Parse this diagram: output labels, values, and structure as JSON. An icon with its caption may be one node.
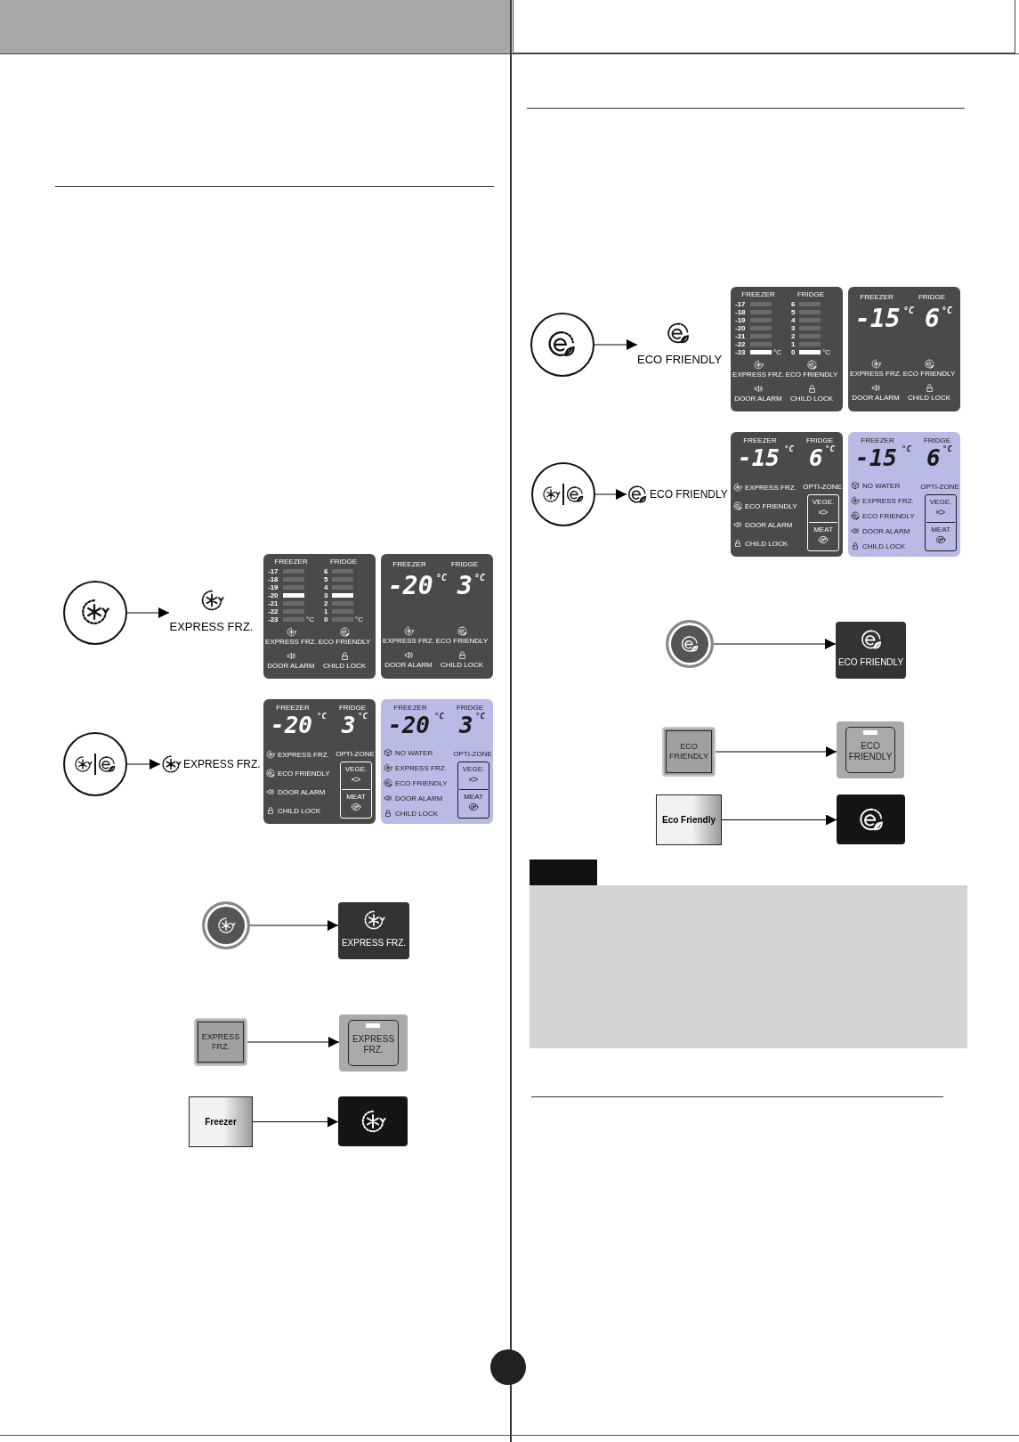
{
  "diagram": {
    "nodes": [
      {
        "text": [],
        "shape": "circle"
      },
      {
        "text": [
          "EXPRESS FRZ."
        ]
      },
      {
        "text": [
          "FREEZER",
          "FRIDGE",
          "-17",
          "-18",
          "-19",
          "-20",
          "-21",
          "-22",
          "-23",
          "°C",
          "6",
          "5",
          "4",
          "3",
          "2",
          "1",
          "0",
          "°C",
          "EXPRESS FRZ.",
          "ECO FRIENDLY",
          "DOOR ALARM",
          "CHILD LOCK"
        ]
      },
      {
        "text": [
          "FREEZER",
          "FRIDGE",
          "-20",
          "°C",
          "3",
          "°C",
          "EXPRESS FRZ.",
          "ECO FRIENDLY",
          "DOOR ALARM",
          "CHILD LOCK"
        ]
      },
      {
        "text": [],
        "shape": "circle"
      },
      {
        "text": [
          "EXPRESS FRZ."
        ]
      },
      {
        "text": [
          "FREEZER",
          "FRIDGE",
          "-20",
          "°C",
          "3",
          "°C",
          "EXPRESS FRZ.",
          "ECO FRIENDLY",
          "DOOR ALARM",
          "CHILD LOCK",
          "OPTI-ZONE",
          "VEGE.",
          "MEAT"
        ]
      },
      {
        "text": [
          "FREEZER",
          "FRIDGE",
          "-20",
          "°C",
          "3",
          "°C",
          "NO WATER",
          "EXPRESS FRZ.",
          "ECO FRIENDLY",
          "DOOR ALARM",
          "CHILD LOCK",
          "OPTI-ZONE",
          "VEGE.",
          "MEAT"
        ]
      },
      {
        "text": [],
        "shape": "circle"
      },
      {
        "text": [
          "EXPRESS FRZ."
        ]
      },
      {
        "text": [
          "EXPRESS FRZ."
        ]
      },
      {
        "text": [
          "EXPRESS FRZ."
        ]
      },
      {
        "text": [
          "Freezer"
        ]
      },
      {
        "text": [],
        "shape": "box"
      },
      {
        "text": [],
        "shape": "circle"
      },
      {
        "text": [
          "ECO FRIENDLY"
        ]
      },
      {
        "text": [
          "FREEZER",
          "FRIDGE",
          "-17",
          "-18",
          "-19",
          "-20",
          "-21",
          "-22",
          "-23",
          "°C",
          "6",
          "5",
          "4",
          "3",
          "2",
          "1",
          "0",
          "°C",
          "EXPRESS FRZ.",
          "ECO FRIENDLY",
          "DOOR ALARM",
          "CHILD LOCK"
        ]
      },
      {
        "text": [
          "FREEZER",
          "FRIDGE",
          "-15",
          "°C",
          "6",
          "°C",
          "EXPRESS FRZ.",
          "ECO FRIENDLY",
          "DOOR ALARM",
          "CHILD LOCK"
        ]
      },
      {
        "text": [],
        "shape": "circle"
      },
      {
        "text": [
          "ECO FRIENDLY"
        ]
      },
      {
        "text": [
          "FREEZER",
          "FRIDGE",
          "-15",
          "°C",
          "6",
          "°C",
          "EXPRESS FRZ.",
          "ECO FRIENDLY",
          "DOOR ALARM",
          "CHILD LOCK",
          "OPTI-ZONE",
          "VEGE.",
          "MEAT"
        ]
      },
      {
        "text": [
          "FREEZER",
          "FRIDGE",
          "-15",
          "°C",
          "6",
          "°C",
          "NO WATER",
          "EXPRESS FRZ.",
          "ECO FRIENDLY",
          "DOOR ALARM",
          "CHILD LOCK",
          "OPTI-ZONE",
          "VEGE.",
          "MEAT"
        ]
      },
      {
        "text": [],
        "shape": "circle"
      },
      {
        "text": [
          "ECO FRIENDLY"
        ]
      },
      {
        "text": [
          "ECO FRIENDLY"
        ]
      },
      {
        "text": [
          "ECO FRIENDLY"
        ]
      },
      {
        "text": [
          "Eco Friendly"
        ]
      },
      {
        "text": [],
        "shape": "box"
      },
      {
        "text": [],
        "shape": "box"
      },
      {
        "text": [],
        "shape": "box"
      }
    ],
    "edges": [
      {
        "from": 0,
        "to": 1,
        "arrow": "to"
      },
      {
        "from": 4,
        "to": 5,
        "arrow": "to"
      },
      {
        "from": 8,
        "to": 9,
        "arrow": "to"
      },
      {
        "from": 10,
        "to": 11,
        "arrow": "to"
      },
      {
        "from": 12,
        "to": 13,
        "arrow": "to"
      },
      {
        "from": 14,
        "to": 15,
        "arrow": "to"
      },
      {
        "from": 18,
        "to": 19,
        "arrow": "to"
      },
      {
        "from": 22,
        "to": 23,
        "arrow": "to"
      },
      {
        "from": 24,
        "to": 25,
        "arrow": "to"
      },
      {
        "from": 26,
        "to": 27,
        "arrow": "to"
      }
    ]
  }
}
